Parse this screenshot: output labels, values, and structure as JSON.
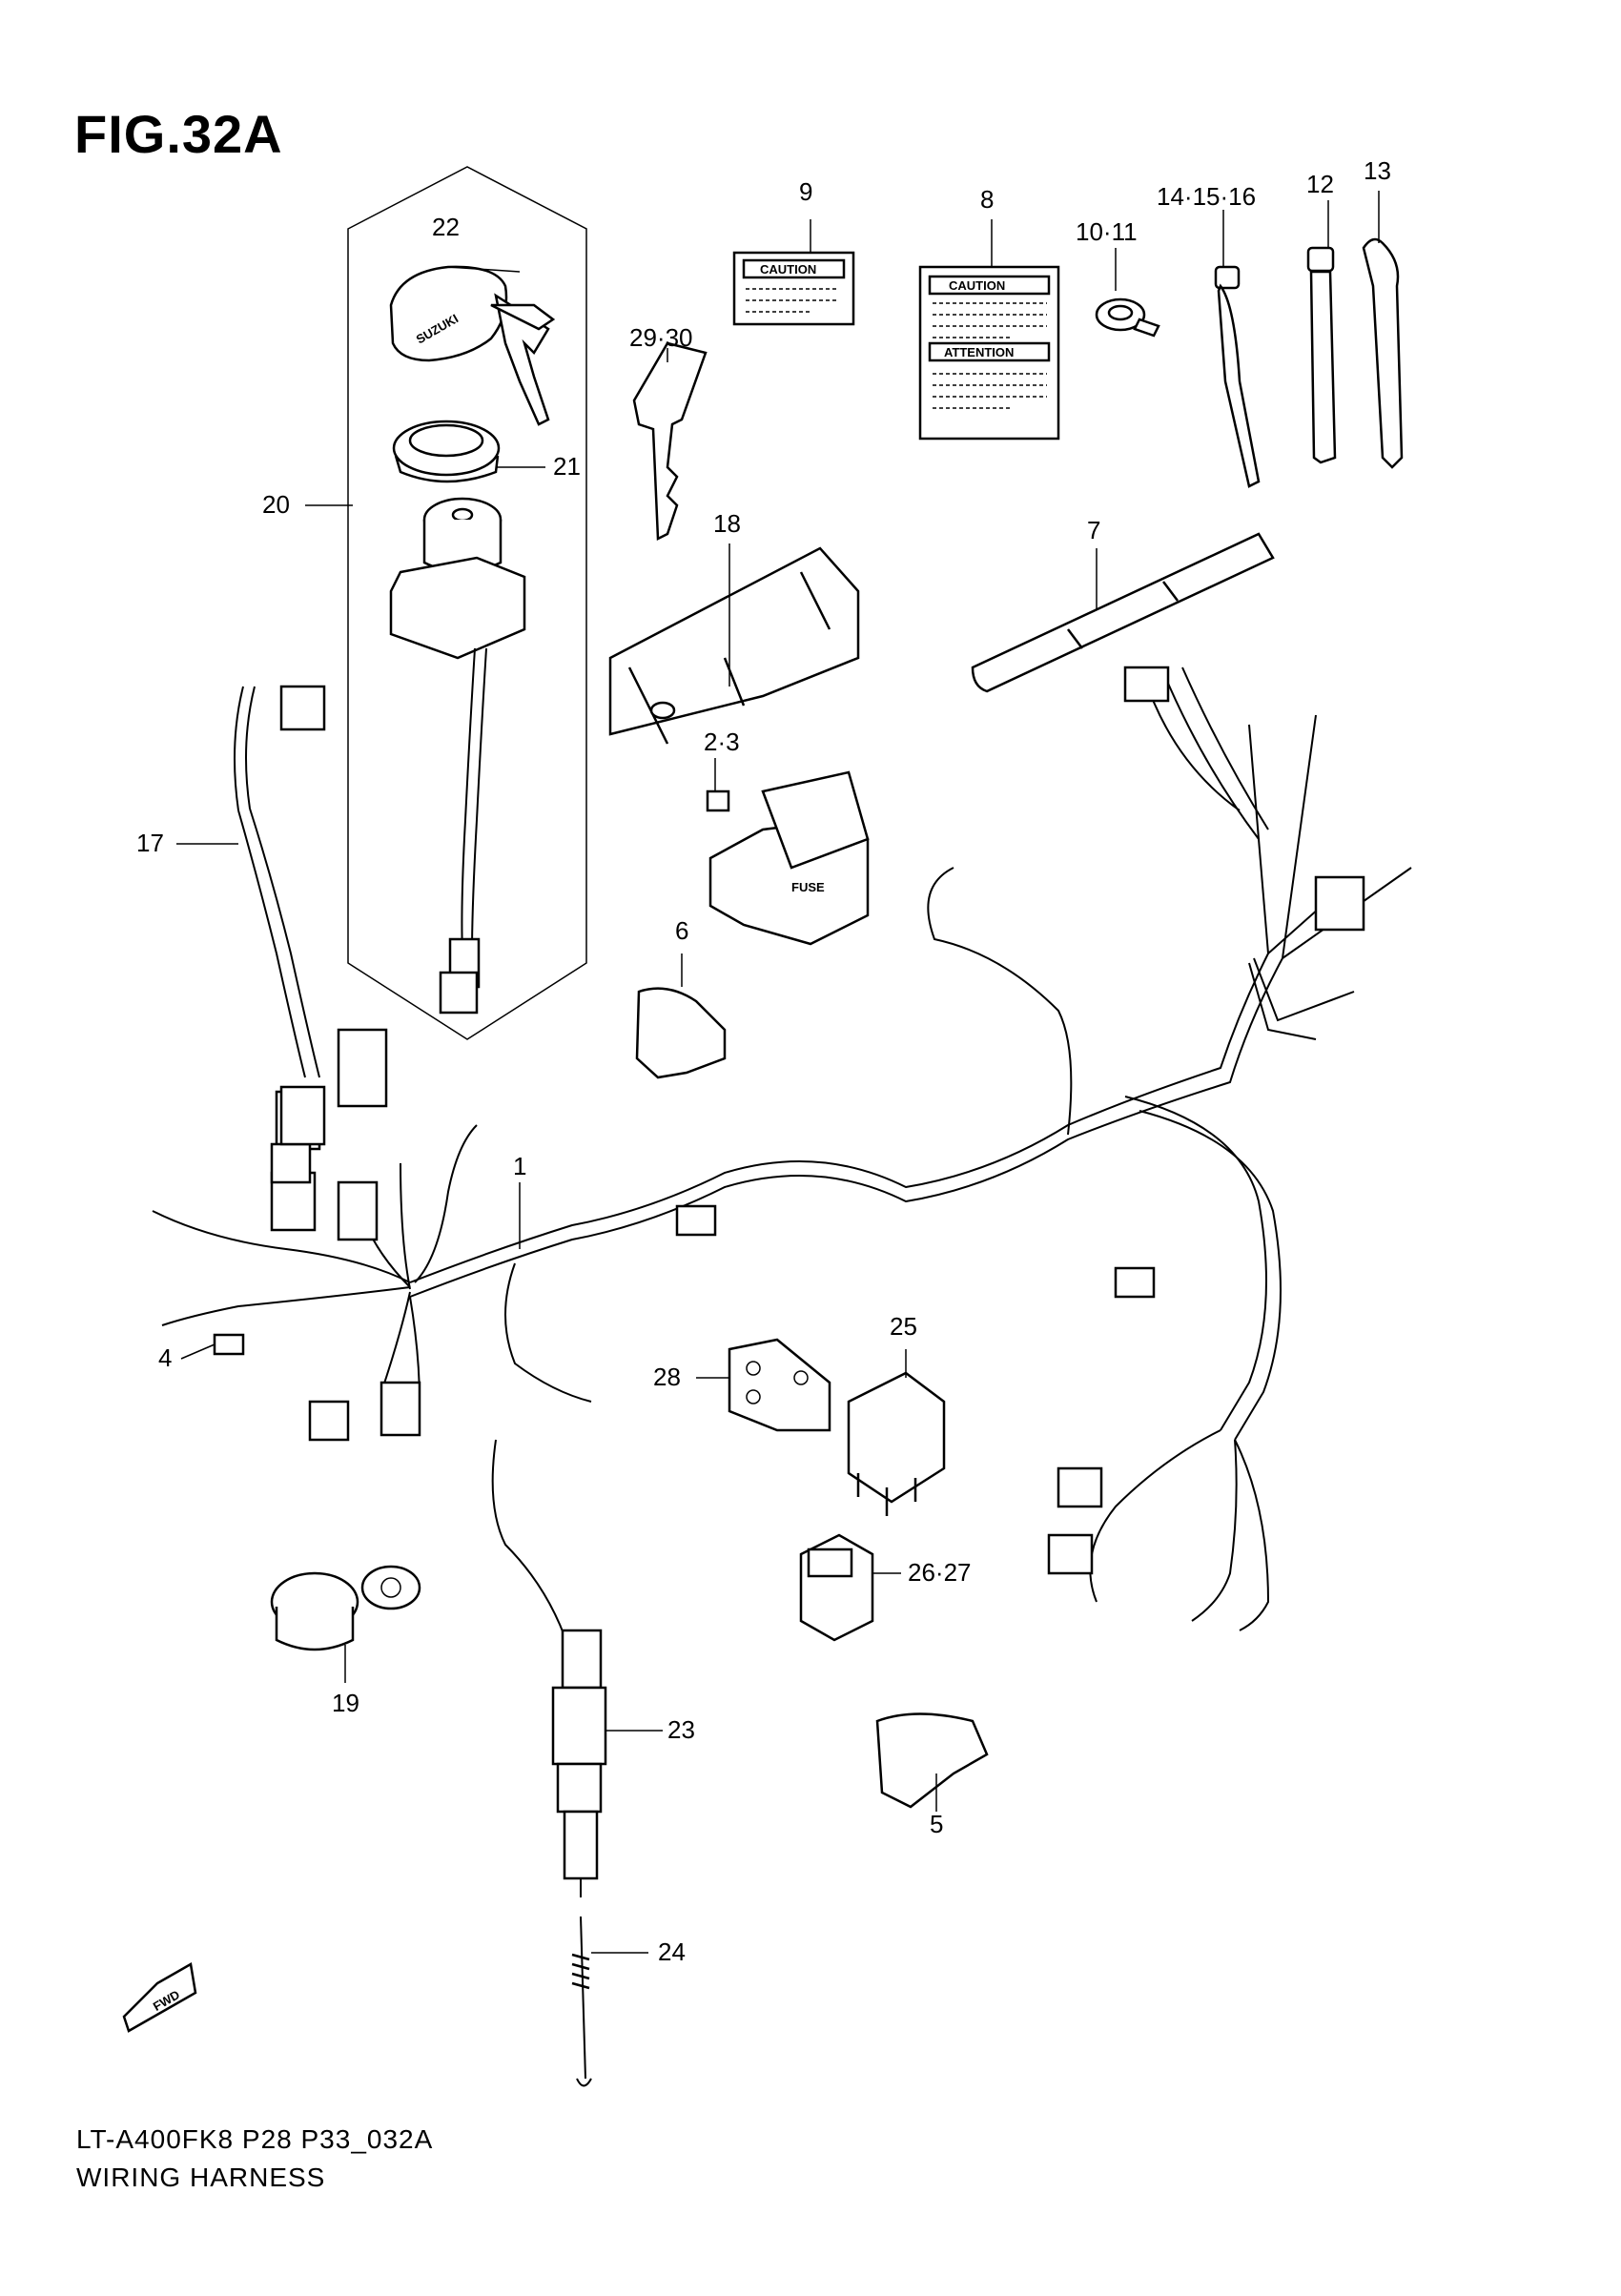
{
  "figure": {
    "title": "FIG.32A",
    "model_code": "LT-A400FK8 P28 P33_032A",
    "name": "WIRING HARNESS"
  },
  "callouts": [
    "1",
    "2·3",
    "4",
    "5",
    "6",
    "7",
    "8",
    "9",
    "10·11",
    "12",
    "13",
    "14·15·16",
    "17",
    "18",
    "19",
    "20",
    "21",
    "22",
    "23",
    "24",
    "25",
    "26·27",
    "28",
    "29·30"
  ],
  "labels": {
    "caution_9": "CAUTION",
    "caution_8": "CAUTION",
    "attention_8": "ATTENTION",
    "fuse": "FUSE",
    "brand": "SUZUKI",
    "fwd": "FWD"
  }
}
